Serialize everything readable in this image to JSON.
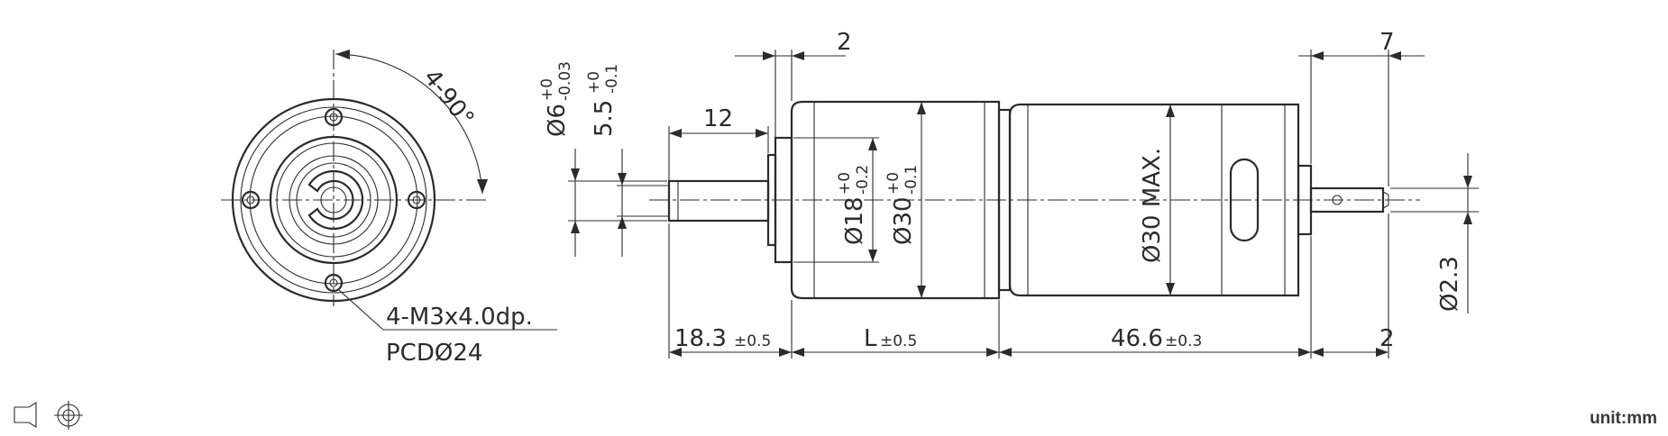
{
  "labels": {
    "dim_angle": "4-90°",
    "dim_thread": "4-M3x4.0dp.",
    "dim_pcd": "PCDØ24",
    "dim_phi6_main": "Ø6",
    "dim_phi6_upper": "+0",
    "dim_phi6_lower": "-0.03",
    "dim_55_main": "5.5",
    "dim_55_upper": "+0",
    "dim_55_lower": "-0.1",
    "dim_12": "12",
    "dim_2_top": "2",
    "dim_7": "7",
    "dim_phi18_main": "Ø18",
    "dim_phi18_upper": "+0",
    "dim_phi18_lower": "-0.2",
    "dim_phi30_main": "Ø30",
    "dim_phi30_upper": "+0",
    "dim_phi30_lower": "-0.1",
    "dim_phi30_max": "Ø30  MAX.",
    "dim_phi23": "Ø2.3",
    "dim_183_main": "18.3",
    "dim_183_tol": "±0.5",
    "dim_L_main": "L",
    "dim_L_tol": "±0.5",
    "dim_466_main": "46.6",
    "dim_466_tol": "±0.3",
    "dim_2_bottom": "2",
    "unit": "unit:mm"
  },
  "icons": {
    "projection": "third-angle-projection-icon"
  }
}
